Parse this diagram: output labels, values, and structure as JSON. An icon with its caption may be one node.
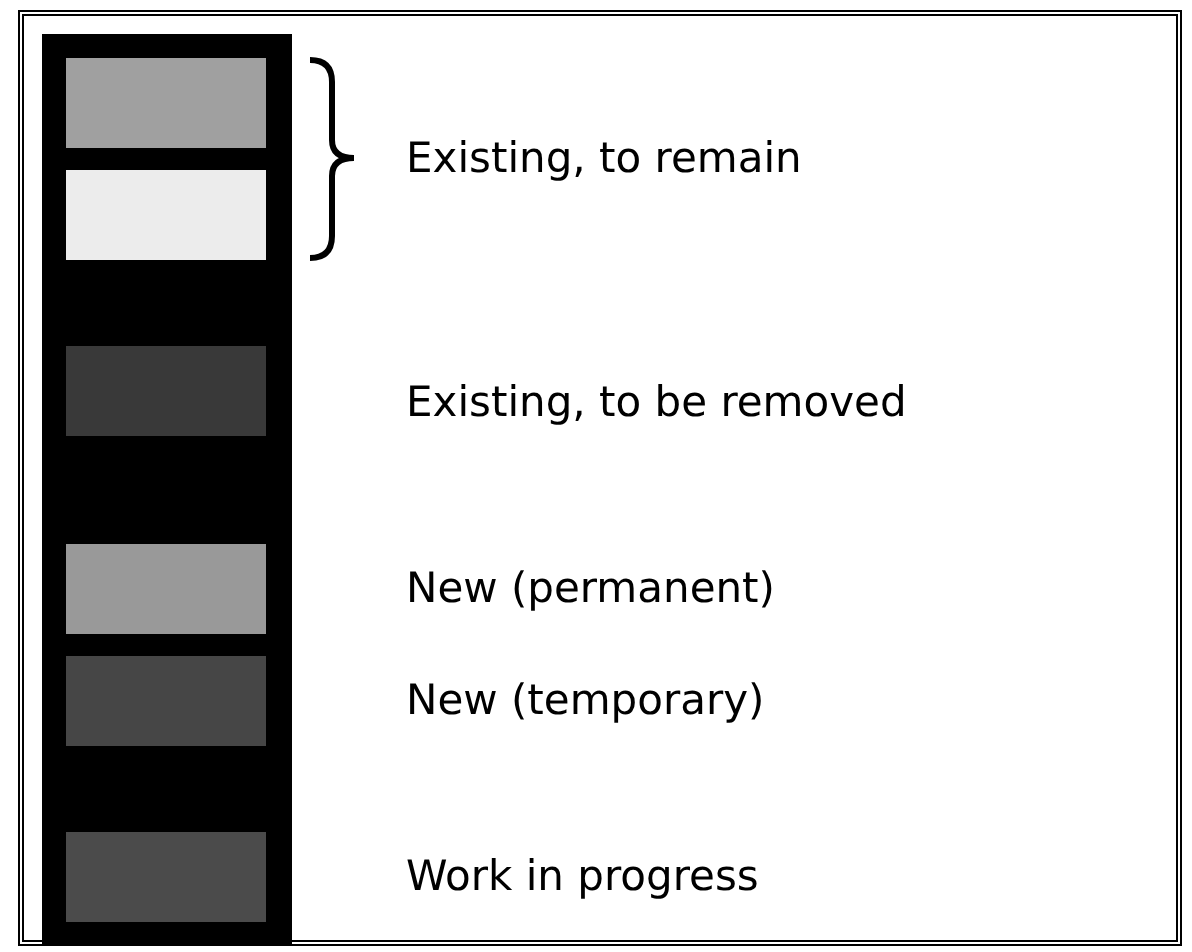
{
  "diagram": {
    "legend": [
      {
        "text": "Existing, to remain",
        "color": "#a0a0a0"
      },
      {
        "text": "Existing, to be removed",
        "color": "#393939"
      },
      {
        "text": "New (permanent)",
        "color": "#999999"
      },
      {
        "text": "New (temporary)",
        "color": "#464646"
      },
      {
        "text": "Work in progress",
        "color": "#4b4b4b"
      }
    ]
  }
}
